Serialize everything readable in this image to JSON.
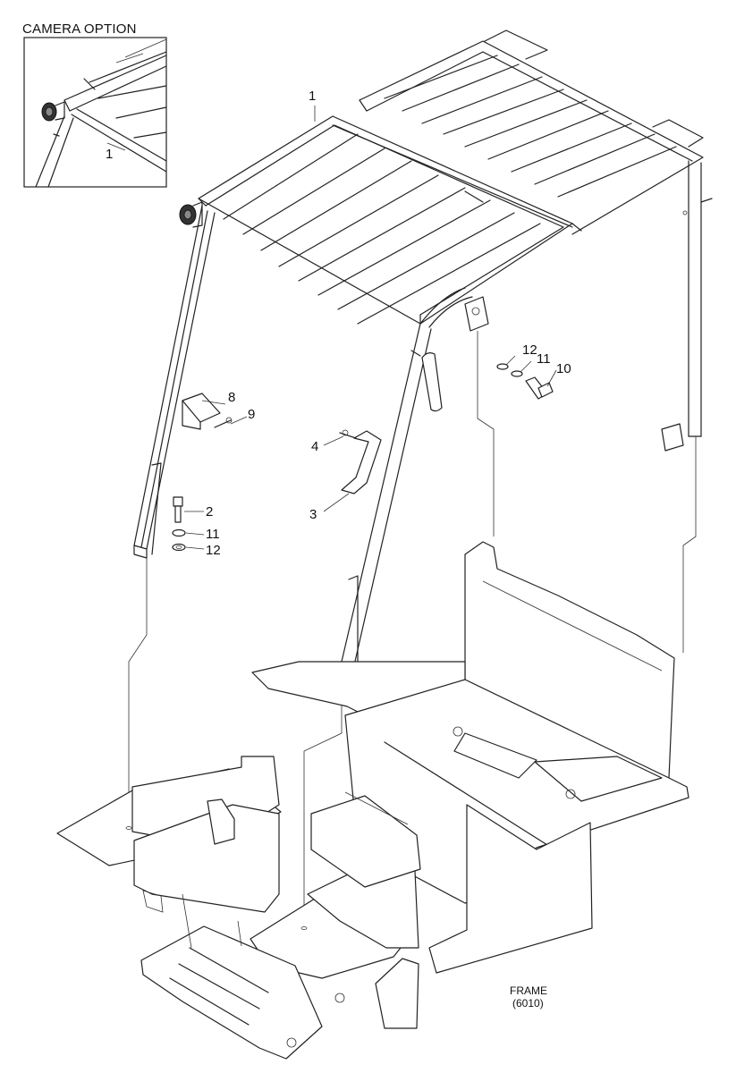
{
  "inset": {
    "title": "CAMERA OPTION",
    "callout": "1"
  },
  "callouts": {
    "c1": "1",
    "c2": "2",
    "c3": "3",
    "c4": "4",
    "c8": "8",
    "c9": "9",
    "c10": "10",
    "c11a": "11",
    "c11b": "11",
    "c12a": "12",
    "c12b": "12"
  },
  "reference": {
    "line1": "FRAME",
    "line2": "(6010)"
  }
}
